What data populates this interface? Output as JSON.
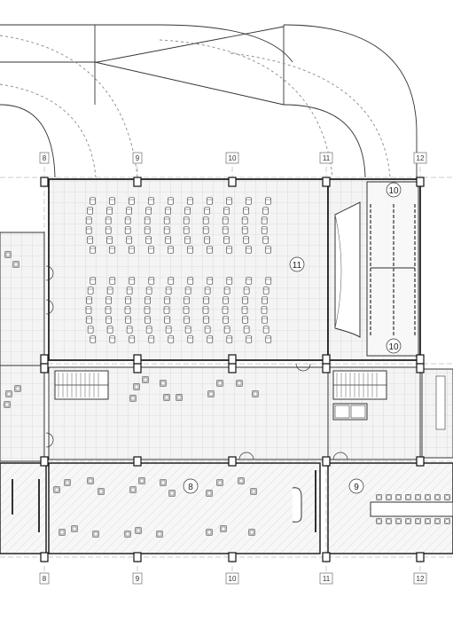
{
  "grid_axes": [
    "8",
    "9",
    "10",
    "11",
    "12"
  ],
  "rooms": {
    "auditorium": "11",
    "projection_top": "10",
    "projection_bottom": "10",
    "classroom_center": "8",
    "classroom_right": "9"
  },
  "colors": {
    "line": "#2a2a2a",
    "thin": "#7a7a7a",
    "hatch": "#cfcfcf",
    "fill_floor": "#f3f3f3",
    "fill_tile": "#ececec"
  }
}
